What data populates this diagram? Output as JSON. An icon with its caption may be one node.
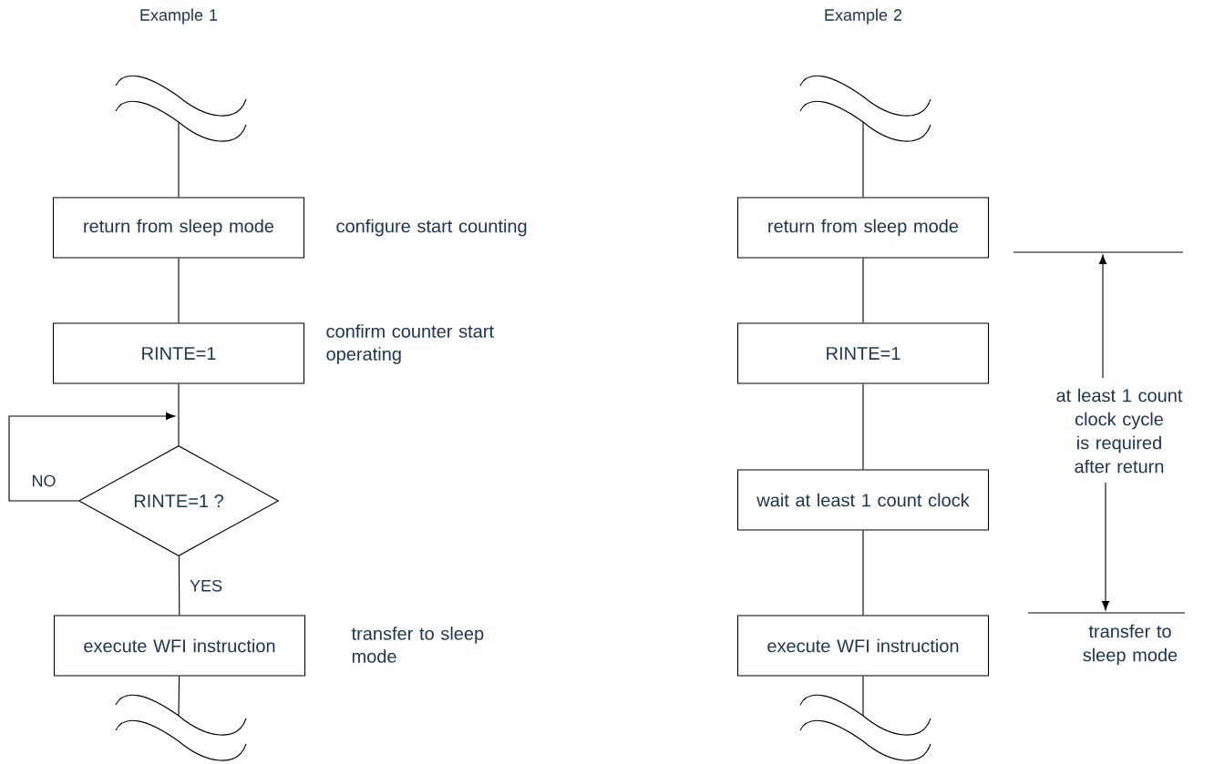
{
  "diagram": {
    "nodes": [
      {
        "text": [],
        "shape": "wave"
      },
      {
        "text": [
          "return from sleep mode"
        ],
        "beside": [
          "configure start counting"
        ]
      },
      {
        "text": [
          "RINTE=1"
        ],
        "beside": [
          "confirm counter start operating"
        ]
      },
      {
        "text": [
          "RINTE=1 ?"
        ]
      },
      {
        "text": [
          "execute WFI instruction"
        ],
        "beside": [
          "transfer to sleep mode"
        ]
      },
      {
        "text": [],
        "shape": "wave"
      },
      {
        "text": [],
        "shape": "wave"
      },
      {
        "text": [
          "return from sleep mode"
        ]
      },
      {
        "text": [
          "RINTE=1"
        ]
      },
      {
        "text": [
          "wait at least 1 count clock"
        ]
      },
      {
        "text": [
          "execute WFI instruction"
        ]
      },
      {
        "text": [],
        "shape": "wave"
      }
    ],
    "edges": [
      {
        "from": 0,
        "to": 1,
        "arrow": "none"
      },
      {
        "from": 1,
        "to": 2,
        "arrow": "none"
      },
      {
        "from": 2,
        "to": 3,
        "arrow": "none"
      },
      {
        "from": 3,
        "to": 3,
        "arrow": "to",
        "label": "NO"
      },
      {
        "from": 3,
        "to": 4,
        "arrow": "none",
        "label": "YES"
      },
      {
        "from": 4,
        "to": 5,
        "arrow": "none"
      },
      {
        "from": 6,
        "to": 7,
        "arrow": "none"
      },
      {
        "from": 7,
        "to": 8,
        "arrow": "none"
      },
      {
        "from": 8,
        "to": 9,
        "arrow": "none"
      },
      {
        "from": 9,
        "to": 10,
        "arrow": "none"
      },
      {
        "from": 10,
        "to": 11,
        "arrow": "none"
      }
    ],
    "labels": [
      "Example 1",
      "Example 2",
      "at least 1 count clock cycle is required after return",
      "transfer to sleep mode"
    ]
  }
}
